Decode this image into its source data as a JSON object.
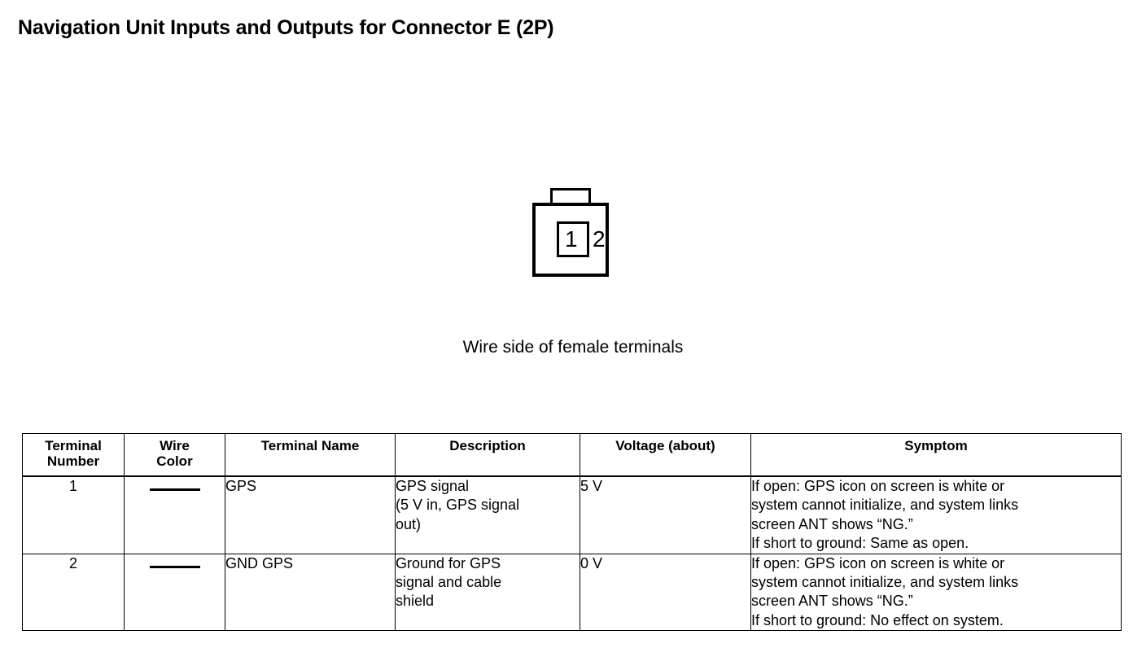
{
  "page": {
    "title": "Navigation Unit Inputs and Outputs for Connector E (2P)"
  },
  "connector": {
    "caption": "Wire side of female terminals",
    "terminals": [
      {
        "number": "1"
      },
      {
        "number": "2"
      }
    ]
  },
  "table": {
    "headers": [
      "Terminal\nNumber",
      "Wire\nColor",
      "Terminal Name",
      "Description",
      "Voltage (about)",
      "Symptom"
    ],
    "headers_lines": {
      "terminal_number": [
        "Terminal",
        "Number"
      ],
      "wire_color": [
        "Wire",
        "Color"
      ],
      "terminal_name": [
        "Terminal Name"
      ],
      "description": [
        "Description"
      ],
      "voltage": [
        "Voltage (about)"
      ],
      "symptom": [
        "Symptom"
      ]
    },
    "rows": [
      {
        "terminal_number": "1",
        "wire_color": "solid-line",
        "terminal_name": "GPS",
        "description_lines": [
          "GPS signal",
          "(5 V in, GPS signal",
          "out)"
        ],
        "voltage": "5 V",
        "symptom_lines": [
          "If open: GPS icon on screen is white or",
          "system cannot initialize, and system links",
          "screen ANT shows “NG.”",
          "If short to ground: Same as open."
        ]
      },
      {
        "terminal_number": "2",
        "wire_color": "solid-line",
        "terminal_name": "GND GPS",
        "description_lines": [
          "Ground for GPS",
          "signal and cable",
          "shield"
        ],
        "voltage": "0 V",
        "symptom_lines": [
          "If open: GPS icon on screen is white or",
          "system cannot initialize, and system links",
          "screen ANT shows “NG.”",
          "If short to ground: No effect on system."
        ]
      }
    ]
  },
  "colors": {
    "ink": "#000000",
    "paper": "#ffffff"
  }
}
